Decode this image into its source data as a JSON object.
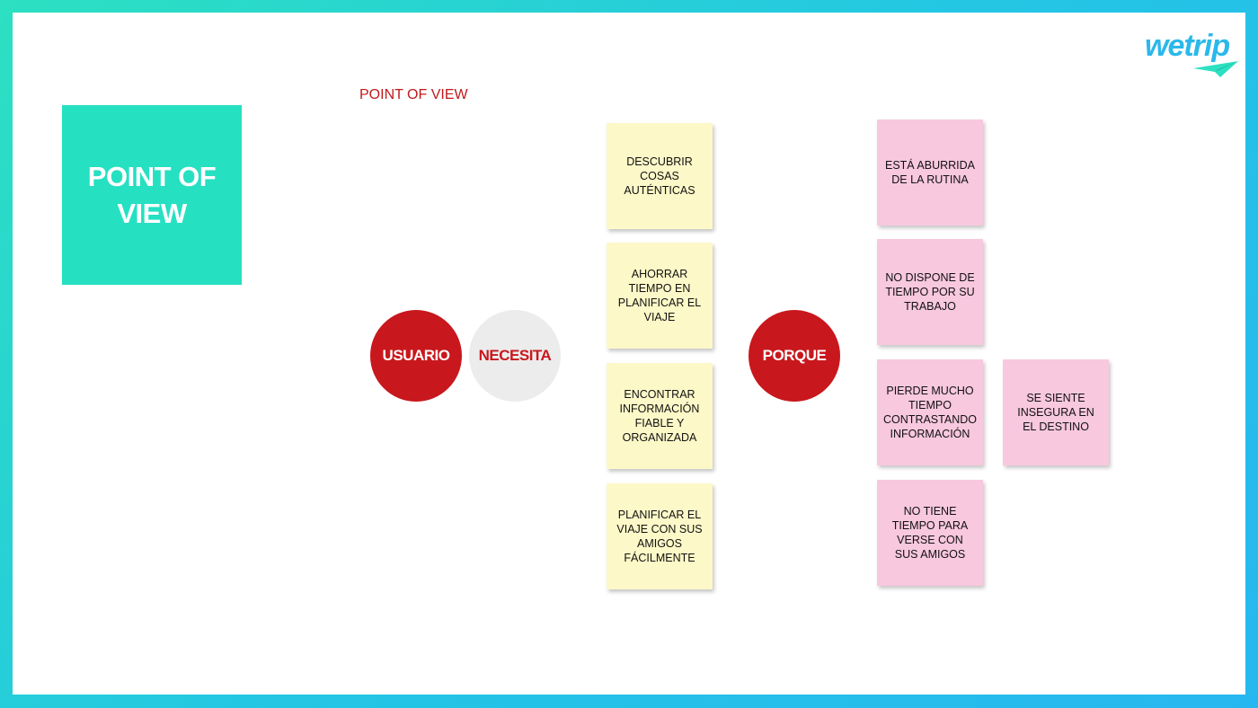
{
  "slide": {
    "title": "POINT OF VIEW",
    "section_label": "POINT OF VIEW",
    "logo_text": "wetrip",
    "colors": {
      "accent_teal": "#26e0c2",
      "accent_red": "#c8181d",
      "yellow_note": "#fdf8c8",
      "pink_note": "#f8c8de",
      "logo_blue": "#2bb8ea"
    }
  },
  "circles": {
    "usuario": "USUARIO",
    "necesita": "NECESITA",
    "porque": "PORQUE"
  },
  "needs": [
    "DESCUBRIR COSAS AUTÉNTICAS",
    "AHORRAR TIEMPO EN PLANIFICAR EL VIAJE",
    "ENCONTRAR INFORMACIÓN FIABLE Y ORGANIZADA",
    "PLANIFICAR EL VIAJE CON SUS AMIGOS FÁCILMENTE"
  ],
  "reasons": [
    "ESTÁ ABURRIDA DE LA RUTINA",
    "NO DISPONE DE TIEMPO POR SU TRABAJO",
    "PIERDE MUCHO TIEMPO CONTRASTANDO INFORMACIÓN",
    "SE SIENTE INSEGURA EN EL DESTINO",
    "NO TIENE TIEMPO PARA VERSE CON SUS AMIGOS"
  ]
}
